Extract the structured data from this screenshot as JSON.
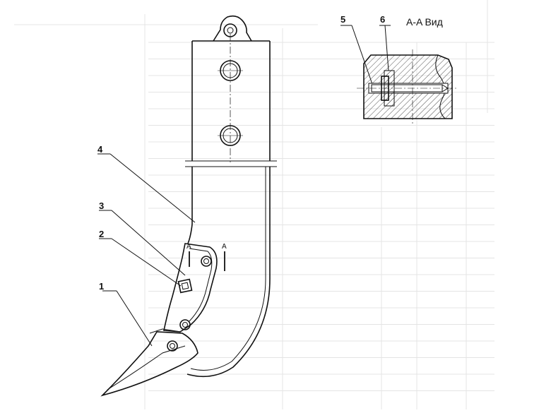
{
  "drawing": {
    "view_title": "A-A Вид",
    "section_marks": [
      "A",
      "A"
    ],
    "callouts": [
      "1",
      "2",
      "3",
      "4",
      "5",
      "6"
    ]
  },
  "colors": {
    "ink": "#111111",
    "ghost": "#e4e4e4",
    "background": "#ffffff"
  }
}
